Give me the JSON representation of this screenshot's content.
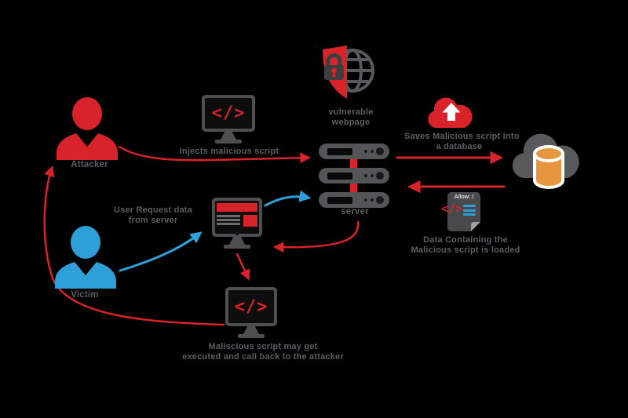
{
  "diagram": {
    "title_hint": "stored XSS attack flow",
    "colors": {
      "background": "#000000",
      "red": "#d8232a",
      "blue": "#2f9fd8",
      "monitor_gray": "#4e4f51",
      "server_gray": "#545557",
      "cloud_gray": "#58595b",
      "database_orange": "#e8953f",
      "label_gray": "#5c5d60"
    },
    "nodes": {
      "attacker": {
        "icon": "person",
        "label": "Attacker"
      },
      "victim": {
        "icon": "person",
        "label": "Victim"
      },
      "inject_monitor": {
        "icon": "code-monitor",
        "code": "</>",
        "caption": "Injects malicious script"
      },
      "vulnerable_webpage": {
        "icon": "shield-globe",
        "caption_line1": "vulnerable",
        "caption_line2": "webpage"
      },
      "server": {
        "icon": "server-stack",
        "label": "server"
      },
      "save_to_db": {
        "icon": "cloud-upload",
        "caption_line1": "Saves Malicious script into",
        "caption_line2": "a database"
      },
      "database": {
        "icon": "cloud-database"
      },
      "loaded_script_file": {
        "icon": "code-file",
        "file_header": "Allow: /",
        "caption_line1": "Data Containing the",
        "caption_line2": "Malicious script is loaded"
      },
      "request_monitor": {
        "icon": "browser-monitor",
        "caption_line1": "User Request data",
        "caption_line2": "from server"
      },
      "callback_monitor": {
        "icon": "code-monitor",
        "code": "</>",
        "caption_line1": "Maliscious script may get",
        "caption_line2": "executed and call back to the attacker"
      }
    },
    "edges": [
      {
        "name": "attacker-injects-script",
        "from": "attacker",
        "to": "server",
        "color": "red"
      },
      {
        "name": "server-saves-to-database",
        "from": "server",
        "to": "database",
        "color": "red"
      },
      {
        "name": "database-returns-data",
        "from": "database",
        "to": "server",
        "color": "red"
      },
      {
        "name": "victim-requests-page",
        "from": "victim",
        "to": "request_monitor",
        "color": "blue"
      },
      {
        "name": "request-to-server",
        "from": "request_monitor",
        "to": "server",
        "color": "blue"
      },
      {
        "name": "server-response",
        "from": "server",
        "to": "request_monitor",
        "color": "red"
      },
      {
        "name": "script-gets-executed",
        "from": "request_monitor",
        "to": "callback_monitor",
        "color": "red"
      },
      {
        "name": "callback-to-attacker",
        "from": "callback_monitor",
        "to": "attacker",
        "color": "red"
      }
    ]
  }
}
